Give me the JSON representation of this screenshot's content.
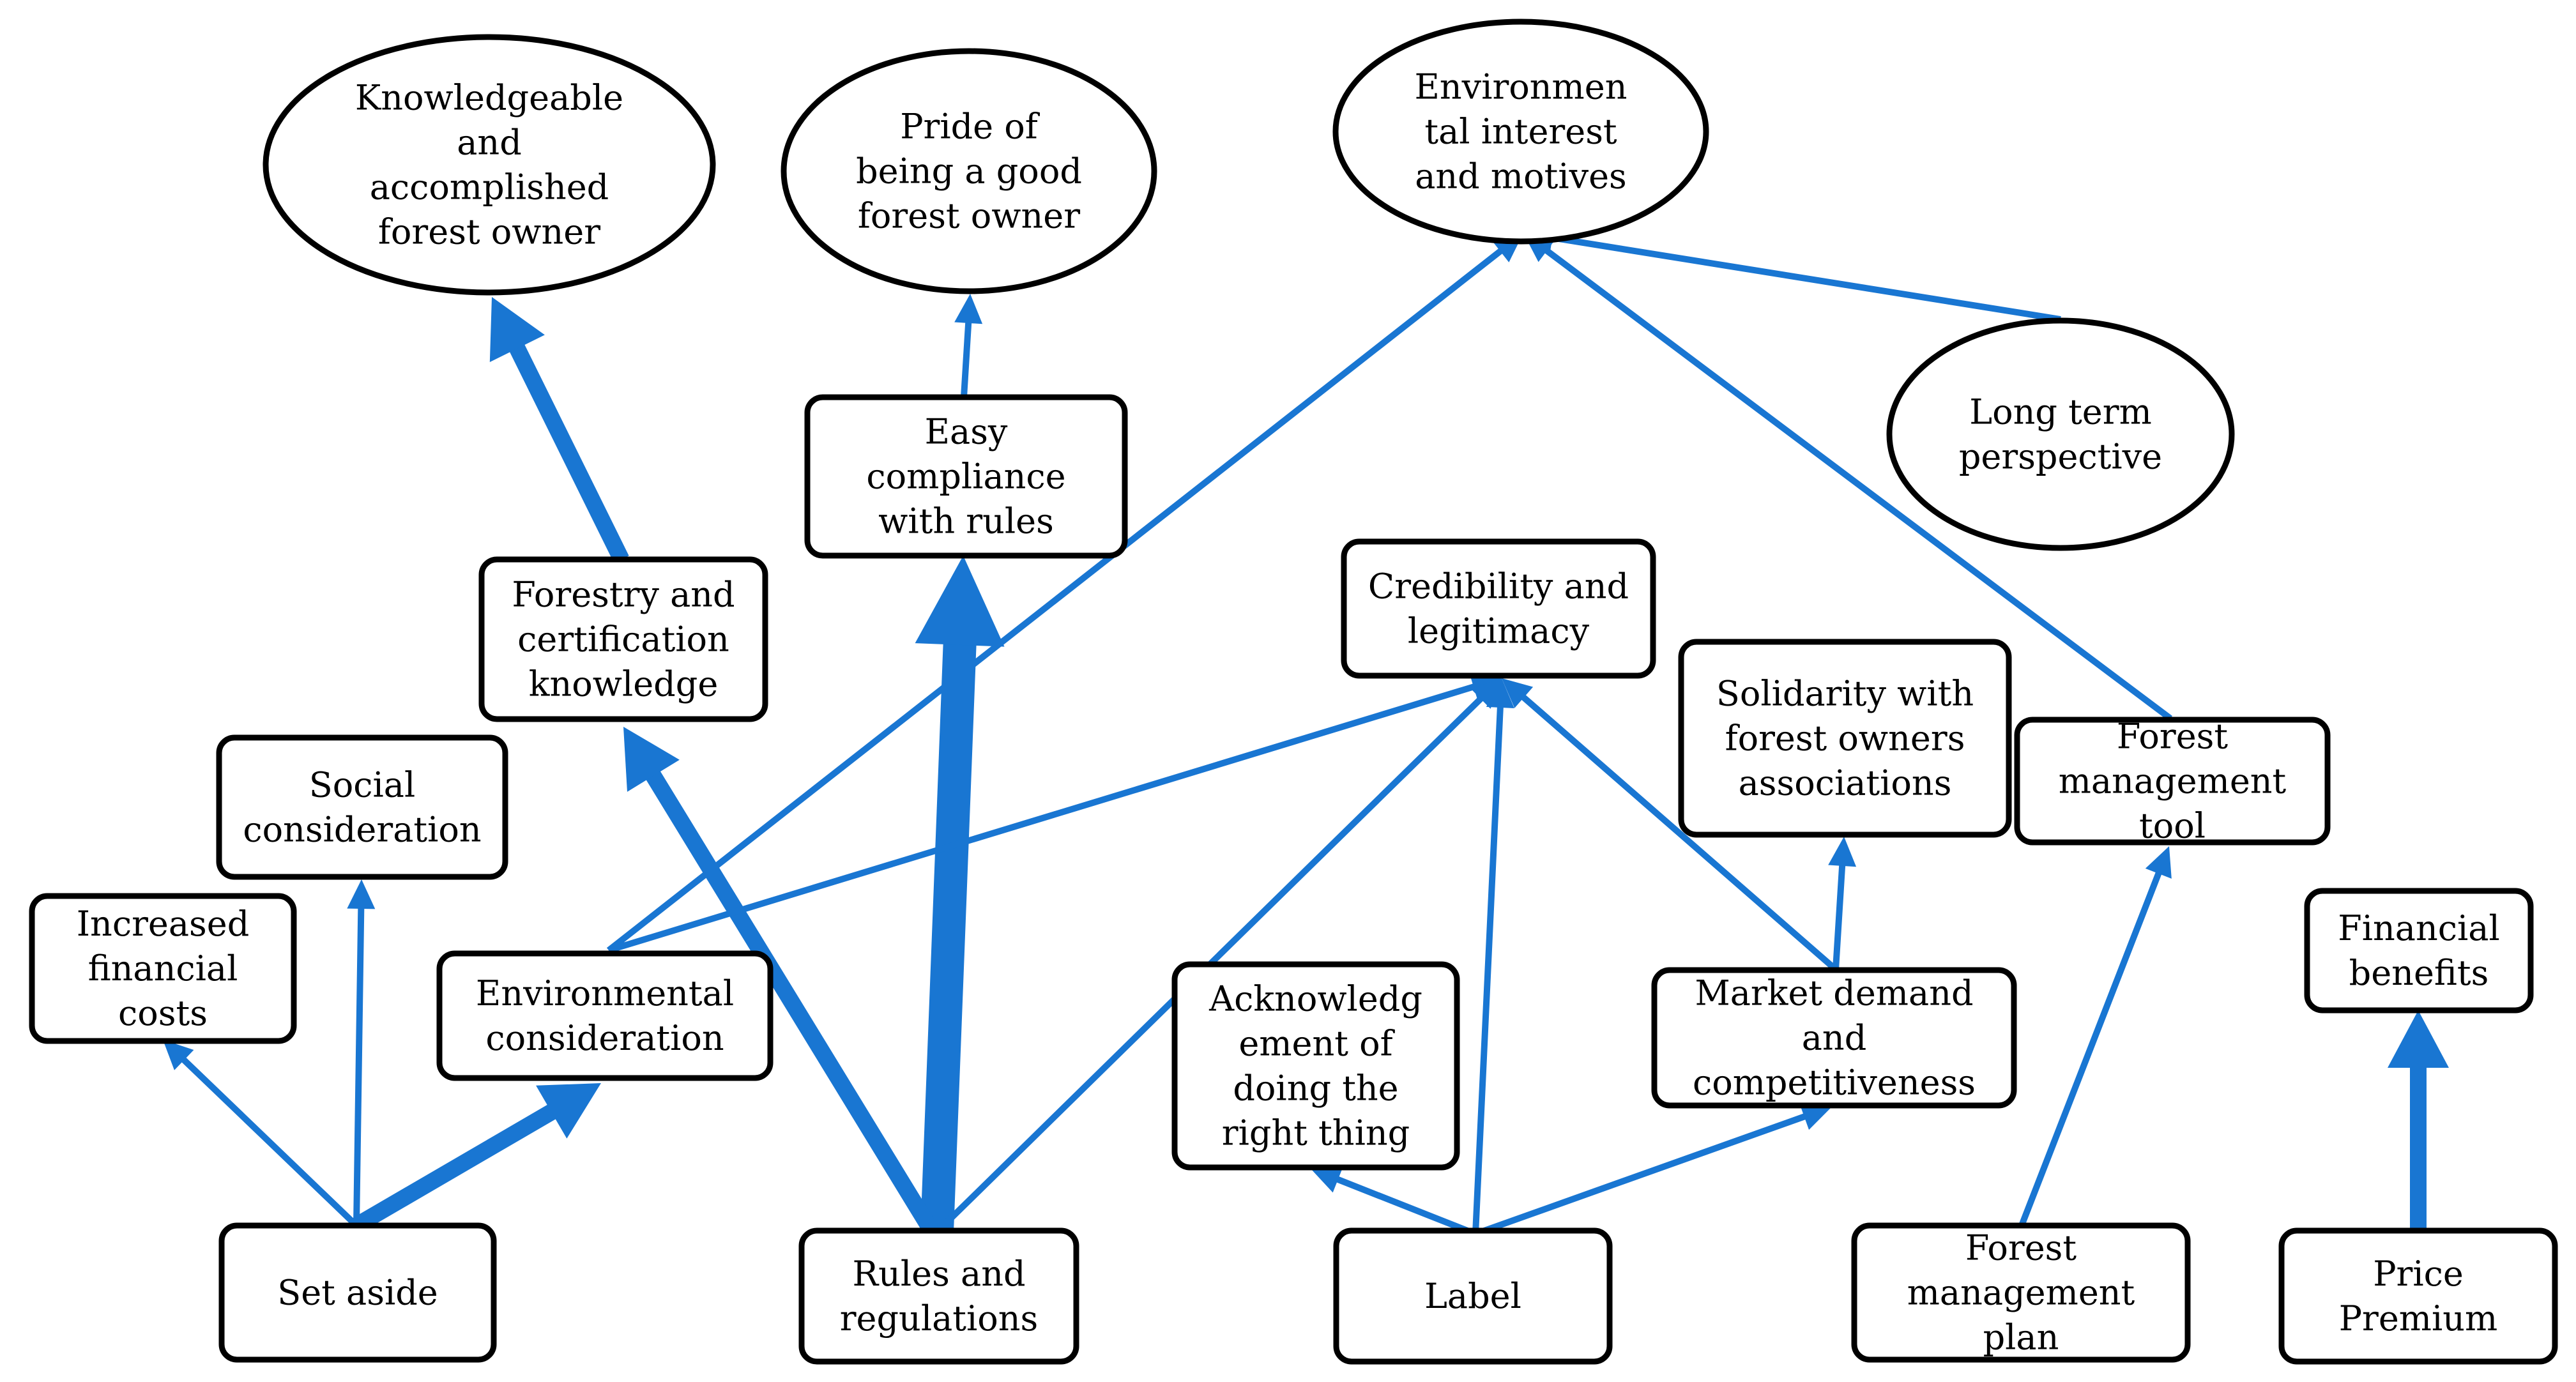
{
  "colors": {
    "edge": "#1976D2",
    "node_border": "#000000",
    "background": "#ffffff"
  },
  "nodes": {
    "knowledgeable_owner": [
      "Knowledgeable",
      "and",
      "accomplished",
      "forest owner"
    ],
    "pride_good_owner": [
      "Pride of",
      "being a good",
      "forest owner"
    ],
    "environmental_interest": [
      "Environmen",
      "tal interest",
      "and motives"
    ],
    "long_term_perspective": [
      "Long term",
      "perspective"
    ],
    "easy_compliance": [
      "Easy",
      "compliance",
      "with rules"
    ],
    "forestry_certification_knowledge": [
      "Forestry and",
      "certification",
      "knowledge"
    ],
    "credibility_legitimacy": [
      "Credibility and",
      "legitimacy"
    ],
    "solidarity_associations": [
      "Solidarity with",
      "forest owners",
      "associations"
    ],
    "forest_management_tool": [
      "Forest",
      "management",
      "tool"
    ],
    "social_consideration": [
      "Social",
      "consideration"
    ],
    "increased_financial_costs": [
      "Increased",
      "financial",
      "costs"
    ],
    "environmental_consideration": [
      "Environmental",
      "consideration"
    ],
    "acknowledgement": [
      "Acknowledg",
      "ement of",
      "doing the",
      "right thing"
    ],
    "market_demand": [
      "Market demand",
      "and",
      "competitiveness"
    ],
    "financial_benefits": [
      "Financial",
      "benefits"
    ],
    "set_aside": [
      "Set aside"
    ],
    "rules_regulations": [
      "Rules and",
      "regulations"
    ],
    "label": [
      "Label"
    ],
    "forest_management_plan": [
      "Forest",
      "management",
      "plan"
    ],
    "price_premium": [
      "Price",
      "Premium"
    ]
  },
  "edges": [
    {
      "from": "forestry_certification_knowledge",
      "to": "knowledgeable_owner",
      "strength": "strong"
    },
    {
      "from": "easy_compliance",
      "to": "pride_good_owner",
      "strength": "weak"
    },
    {
      "from": "environmental_consideration",
      "to": "environmental_interest",
      "strength": "weak"
    },
    {
      "from": "long_term_perspective",
      "to": "environmental_interest",
      "strength": "weak"
    },
    {
      "from": "forest_management_tool",
      "to": "environmental_interest",
      "strength": "weak"
    },
    {
      "from": "rules_regulations",
      "to": "easy_compliance",
      "strength": "very_strong"
    },
    {
      "from": "rules_regulations",
      "to": "forestry_certification_knowledge",
      "strength": "strong"
    },
    {
      "from": "environmental_consideration",
      "to": "credibility_legitimacy",
      "strength": "weak"
    },
    {
      "from": "rules_regulations",
      "to": "credibility_legitimacy",
      "strength": "weak"
    },
    {
      "from": "label",
      "to": "credibility_legitimacy",
      "strength": "weak"
    },
    {
      "from": "market_demand",
      "to": "credibility_legitimacy",
      "strength": "weak"
    },
    {
      "from": "market_demand",
      "to": "solidarity_associations",
      "strength": "weak"
    },
    {
      "from": "forest_management_plan",
      "to": "forest_management_tool",
      "strength": "weak"
    },
    {
      "from": "set_aside",
      "to": "increased_financial_costs",
      "strength": "weak"
    },
    {
      "from": "set_aside",
      "to": "social_consideration",
      "strength": "weak"
    },
    {
      "from": "set_aside",
      "to": "environmental_consideration",
      "strength": "strong"
    },
    {
      "from": "label",
      "to": "acknowledgement",
      "strength": "weak"
    },
    {
      "from": "label",
      "to": "market_demand",
      "strength": "weak"
    },
    {
      "from": "price_premium",
      "to": "financial_benefits",
      "strength": "strong"
    }
  ]
}
